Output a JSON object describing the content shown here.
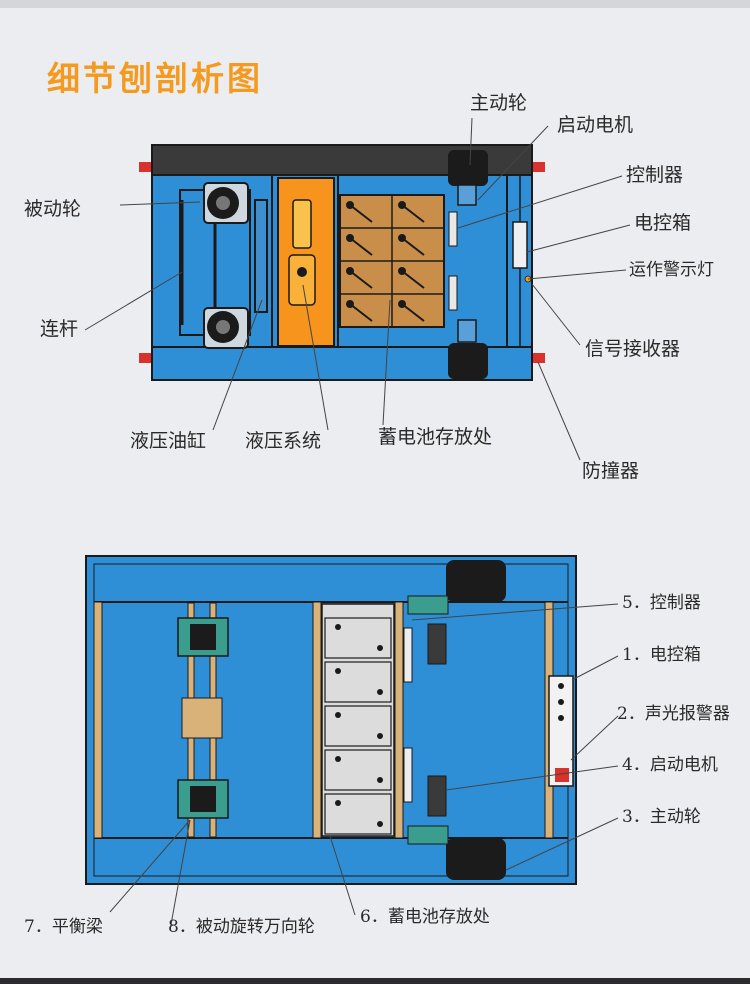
{
  "title": "细节刨剖析图",
  "top_labels": {
    "drive_wheel": "主动轮",
    "start_motor": "启动电机",
    "controller": "控制器",
    "control_box": "电控箱",
    "warning_light": "运作警示灯",
    "passive_wheel": "被动轮",
    "link_rod": "连杆",
    "signal_receiver": "信号接收器",
    "hydraulic_cylinder": "液压油缸",
    "hydraulic_system": "液压系统",
    "battery_storage": "蓄电池存放处",
    "bumper": "防撞器"
  },
  "bottom_labels": {
    "l5": "5．控制器",
    "l1": "1．电控箱",
    "l2": "2．声光报警器",
    "l4": "4．启动电机",
    "l3": "3．主动轮",
    "l7": "7．平衡梁",
    "l8": "8．被动旋转万向轮",
    "l6": "6．蓄电池存放处"
  },
  "colors": {
    "accent": "#f39a1f",
    "frame_blue": "#2f8fd6",
    "hydraulic_orange": "#f7941d",
    "battery_brown": "#c98f4a",
    "wheel_black": "#1b1b1b",
    "bumper_red": "#d9312b",
    "wood": "#d9b27a"
  }
}
